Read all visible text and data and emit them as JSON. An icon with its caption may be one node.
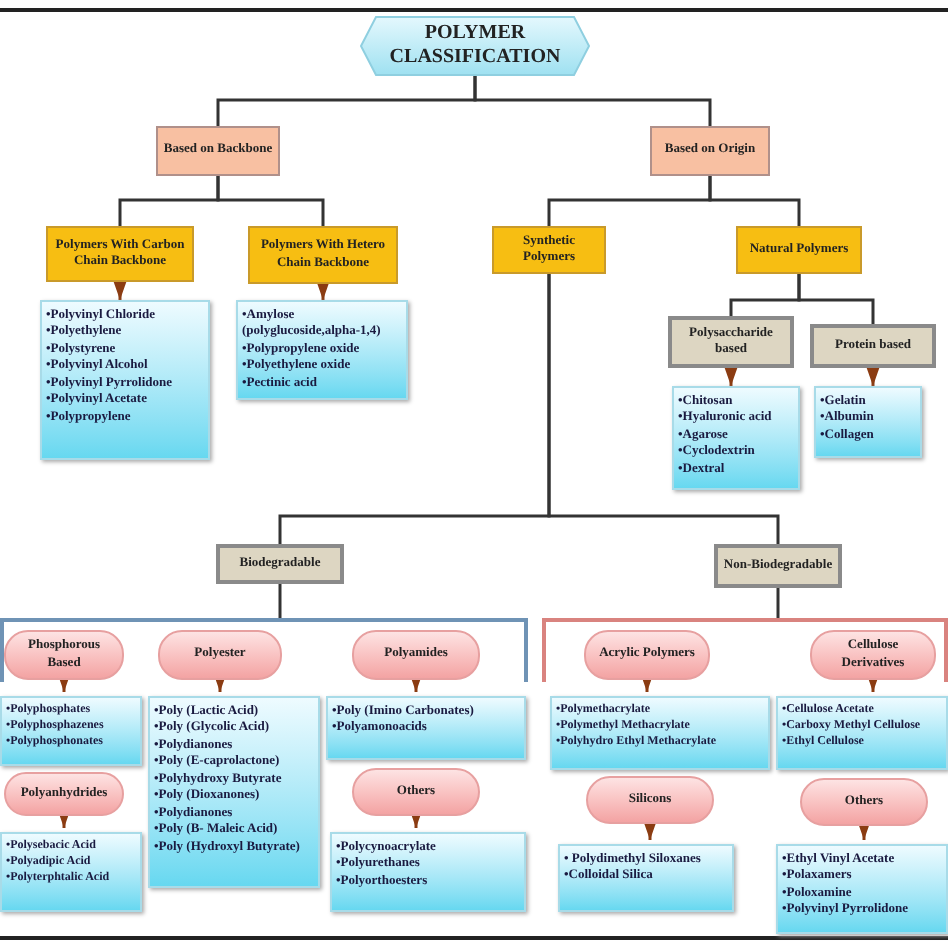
{
  "diagram": {
    "nodes": [
      {
        "text": [
          "POLYMER CLASSIFICATION"
        ]
      },
      {
        "text": [
          "Based on Backbone"
        ]
      },
      {
        "text": [
          "Based on Origin"
        ]
      },
      {
        "text": [
          "Polymers With Carbon Chain Backbone"
        ]
      },
      {
        "text": [
          "Polymers With Hetero Chain Backbone"
        ]
      },
      {
        "text": [
          "Synthetic Polymers"
        ]
      },
      {
        "text": [
          "Natural Polymers"
        ]
      },
      {
        "text": [
          "•Polyvinyl Chloride",
          "•Polyethylene",
          "•Polystyrene",
          "•Polyvinyl Alcohol",
          "•Polyvinyl Pyrrolidone",
          "•Polyvinyl Acetate",
          "•Polypropylene"
        ]
      },
      {
        "text": [
          "•Amylose (polyglucoside,alpha-1,4)",
          "•Polypropylene oxide",
          "•Polyethylene oxide",
          "•Pectinic acid"
        ]
      },
      {
        "text": [
          "Polysaccharide based"
        ]
      },
      {
        "text": [
          "Protein based"
        ]
      },
      {
        "text": [
          "•Chitosan",
          "•Hyaluronic acid",
          "•Agarose",
          "•Cyclodextrin",
          "•Dextral"
        ]
      },
      {
        "text": [
          "•Gelatin",
          "•Albumin",
          "•Collagen"
        ]
      },
      {
        "text": [
          "Biodegradable"
        ]
      },
      {
        "text": [
          "Non-Biodegradable"
        ]
      },
      {
        "text": [],
        "shape": "box"
      },
      {
        "text": [
          "Phosphorous Based"
        ],
        "in": 15
      },
      {
        "text": [
          "Polyester"
        ],
        "in": 15
      },
      {
        "text": [
          "Polyamides"
        ],
        "in": 15
      },
      {
        "text": [
          "•Polyphosphates",
          "•Polyphosphazenes",
          "•Polyphosphonates"
        ],
        "in": 15
      },
      {
        "text": [
          "•Poly (Lactic Acid)",
          "•Poly (Glycolic Acid)",
          "•Polydianones",
          "•Poly (E-caprolactone)",
          "•Polyhydroxy Butyrate",
          "•Poly (Dioxanones)",
          "•Polydianones",
          "•Poly (B- Maleic Acid)",
          "•Poly (Hydroxyl Butyrate)"
        ],
        "in": 15
      },
      {
        "text": [
          "•Poly (Imino Carbonates)",
          "•Polyamonoacids"
        ],
        "in": 15
      },
      {
        "text": [
          "Polyanhydrides"
        ],
        "in": 15
      },
      {
        "text": [
          "Others"
        ],
        "in": 15
      },
      {
        "text": [
          "•Polysebacic Acid",
          "•Polyadipic Acid",
          "•Polyterphtalic Acid"
        ],
        "in": 15
      },
      {
        "text": [
          "•Polycynoacrylate",
          "•Polyurethanes",
          "•Polyorthoesters"
        ],
        "in": 15
      },
      {
        "text": [],
        "shape": "box"
      },
      {
        "text": [
          "Acrylic Polymers"
        ],
        "in": 26
      },
      {
        "text": [
          "Cellulose Derivatives"
        ],
        "in": 26
      },
      {
        "text": [
          "•Polymethacrylate",
          "•Polymethyl Methacrylate",
          "•Polyhydro Ethyl Methacrylate"
        ],
        "in": 26
      },
      {
        "text": [
          "•Cellulose Acetate",
          "•Carboxy Methyl Cellulose",
          "•Ethyl Cellulose"
        ],
        "in": 26
      },
      {
        "text": [
          "Silicons"
        ],
        "in": 26
      },
      {
        "text": [
          "Others"
        ],
        "in": 26
      },
      {
        "text": [
          "• Polydimethyl Siloxanes",
          "•Colloidal Silica"
        ],
        "in": 26
      },
      {
        "text": [
          "•Ethyl Vinyl Acetate",
          "•Polaxamers",
          "•Poloxamine",
          "•Polyvinyl Pyrrolidone"
        ],
        "in": 26
      }
    ],
    "edges": [
      {
        "from": 0,
        "to": 1,
        "arrow": "none",
        "color": "#333333"
      },
      {
        "from": 0,
        "to": 2,
        "arrow": "none",
        "color": "#333333"
      },
      {
        "from": 1,
        "to": 3,
        "arrow": "none",
        "color": "#333333"
      },
      {
        "from": 1,
        "to": 4,
        "arrow": "none",
        "color": "#333333"
      },
      {
        "from": 2,
        "to": 5,
        "arrow": "none",
        "color": "#333333"
      },
      {
        "from": 2,
        "to": 6,
        "arrow": "none",
        "color": "#333333"
      },
      {
        "from": 3,
        "to": 7,
        "arrow": "to"
      },
      {
        "from": 4,
        "to": 8,
        "arrow": "to"
      },
      {
        "from": 6,
        "to": 9,
        "arrow": "none",
        "color": "#333333"
      },
      {
        "from": 6,
        "to": 10,
        "arrow": "none",
        "color": "#333333"
      },
      {
        "from": 9,
        "to": 11,
        "arrow": "to"
      },
      {
        "from": 10,
        "to": 12,
        "arrow": "to"
      },
      {
        "from": 5,
        "to": 13,
        "arrow": "none",
        "color": "#333333"
      },
      {
        "from": 5,
        "to": 14,
        "arrow": "none",
        "color": "#333333"
      },
      {
        "from": 13,
        "to": 15,
        "arrow": "none",
        "color": "#333333"
      },
      {
        "from": 14,
        "to": 26,
        "arrow": "none",
        "color": "#333333"
      },
      {
        "from": 16,
        "to": 19,
        "arrow": "to"
      },
      {
        "from": 17,
        "to": 20,
        "arrow": "to"
      },
      {
        "from": 18,
        "to": 21,
        "arrow": "to"
      },
      {
        "from": 22,
        "to": 24,
        "arrow": "to"
      },
      {
        "from": 23,
        "to": 25,
        "arrow": "to"
      },
      {
        "from": 27,
        "to": 29,
        "arrow": "to"
      },
      {
        "from": 28,
        "to": 30,
        "arrow": "to"
      },
      {
        "from": 31,
        "to": 33,
        "arrow": "to"
      },
      {
        "from": 32,
        "to": 34,
        "arrow": "to"
      }
    ]
  }
}
